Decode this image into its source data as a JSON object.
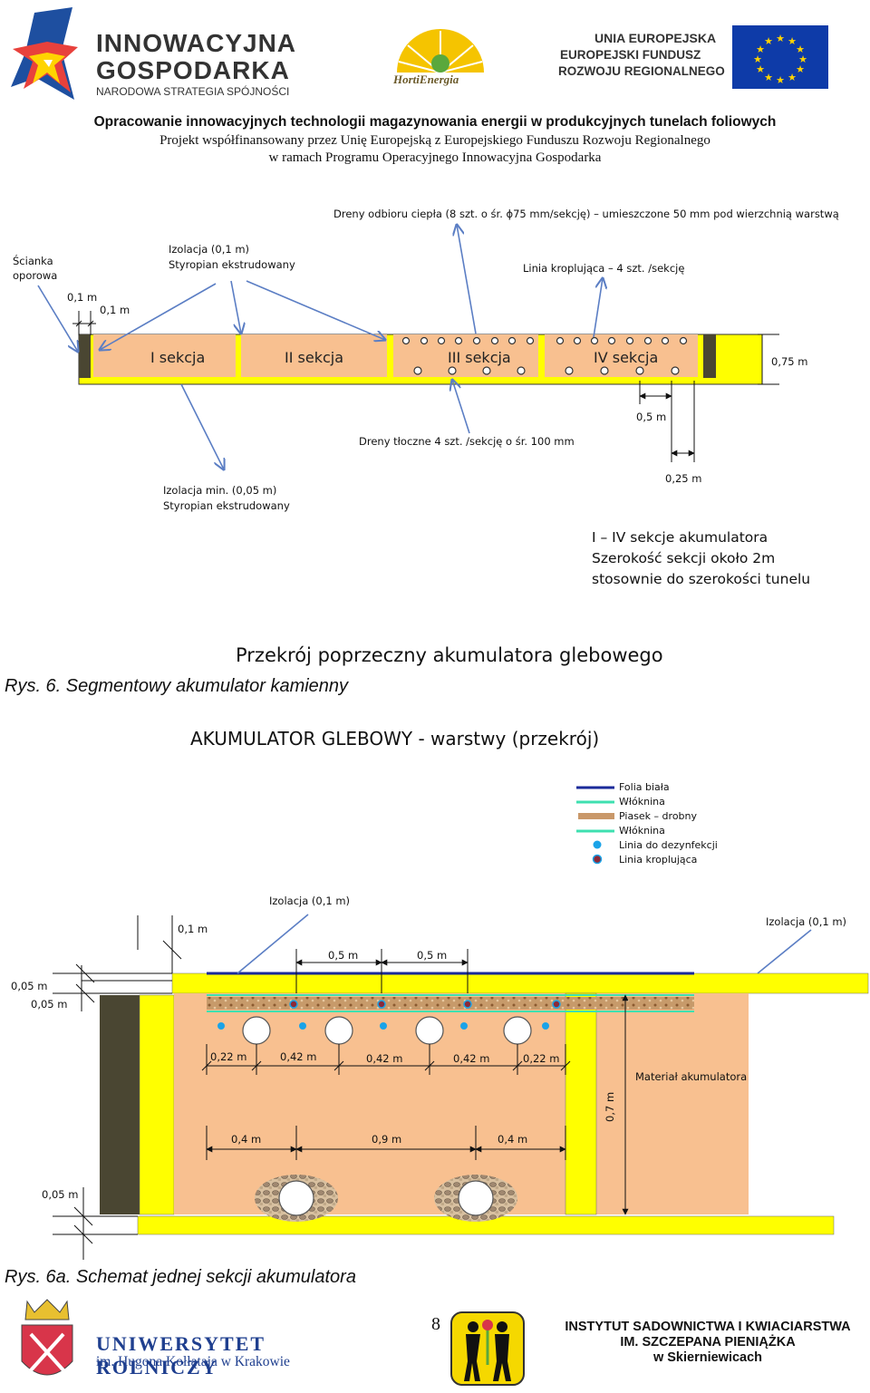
{
  "logos": {
    "ig_line1": "INNOWACYJNA",
    "ig_line2": "GOSPODARKA",
    "ig_line3": "NARODOWA STRATEGIA SPÓJNOŚCI",
    "horti": "HortiEnergia",
    "ue_line1": "UNIA EUROPEJSKA",
    "ue_line2": "EUROPEJSKI FUNDUSZ",
    "ue_line3": "ROZWOJU REGIONALNEGO"
  },
  "header": {
    "title": "Opracowanie innowacyjnych technologii magazynowania energii w produkcyjnych tunelach foliowych",
    "line2": "Projekt współfinansowany przez Unię Europejską z Europejskiego Funduszu Rozwoju Regionalnego",
    "line3": "w ramach Programu Operacyjnego Innowacyjna Gospodarka"
  },
  "figure1": {
    "drains_top": "Dreny odbioru ciepła (8 szt.  o śr. ϕ75 mm/sekcję) – umieszczone 50 mm pod wierzchnią warstwą",
    "wall_label_1": "Ścianka",
    "wall_label_2": "oporowa",
    "insulation_1": "Izolacja (0,1 m)",
    "insulation_2": "Styropian ekstrudowany",
    "drip_line": "Linia kroplująca – 4 szt. /sekcję",
    "dim_01a": "0,1 m",
    "dim_01b": "0,1 m",
    "sections": [
      "I sekcja",
      "II sekcja",
      "III sekcja",
      "IV sekcja"
    ],
    "dim_075": "0,75 m",
    "dim_05": "0,5 m",
    "drains_pressure": "Dreny tłoczne 4 szt. /sekcję o śr. 100 mm",
    "ins_min_1": "Izolacja min. (0,05 m)",
    "ins_min_2": "Styropian ekstrudowany",
    "dim_025": "0,25 m",
    "note_1": "I – IV sekcje akumulatora",
    "note_2": "Szerokość sekcji  około 2m",
    "note_3": "stosownie do szerokości tunelu",
    "subtitle": "Przekrój poprzeczny akumulatora glebowego",
    "caption": "Rys. 6. Segmentowy akumulator kamienny"
  },
  "figure2": {
    "title": "AKUMULATOR   GLEBOWY  -  warstwy  (przekrój)",
    "legend": [
      "Folia biała",
      "Włóknina",
      "Piasek – drobny",
      "Włóknina",
      "Linia do dezynfekcji",
      "Linia kroplująca"
    ],
    "ins_top": "Izolacja (0,1 m)",
    "ins_right": "Izolacja (0,1 m)",
    "dim_01": "0,1 m",
    "dim_05a": "0,5 m",
    "dim_05b": "0,5 m",
    "dim_005a": "0,05 m",
    "dim_005b": "0,05 m",
    "dim_022a": "0,22 m",
    "dim_042a": "0,42 m",
    "dim_042b": "0,42 m",
    "dim_042c": "0,42 m",
    "dim_022b": "0,22 m",
    "material": "Materiał akumulatora",
    "dim_07": "0,7 m",
    "dim_04a": "0,4 m",
    "dim_09": "0,9 m",
    "dim_04b": "0,4 m",
    "dim_005c": "0,05 m",
    "caption": "Rys. 6a. Schemat jednej sekcji akumulatora"
  },
  "footer": {
    "ur_line1": "UNIWERSYTET ROLNICZY",
    "ur_line2": "im. Hugona Kołłątaja w Krakowie",
    "page": "8",
    "inst_line1": "INSTYTUT SADOWNICTWA I KWIACIARSTWA",
    "inst_line2": "IM. SZCZEPANA PIENIĄŻKA",
    "inst_line3": "w Skierniewicach"
  },
  "colors": {
    "fill": "#f8c090",
    "yellow": "#ffff00",
    "dark": "#4a4632",
    "blue_logo": "#1f3f8f",
    "arrow": "#5b7ec4"
  }
}
